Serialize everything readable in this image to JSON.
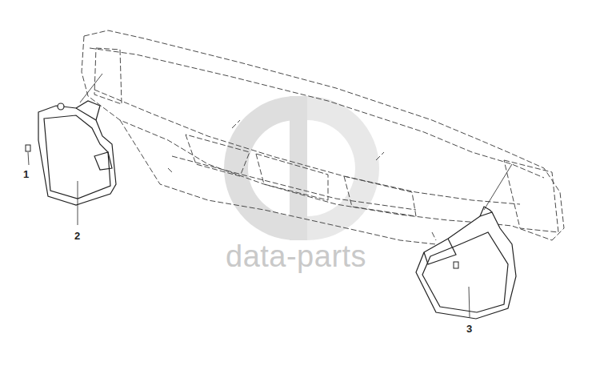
{
  "diagram": {
    "labels": [
      "1",
      "2",
      "data-parts",
      "3"
    ]
  }
}
